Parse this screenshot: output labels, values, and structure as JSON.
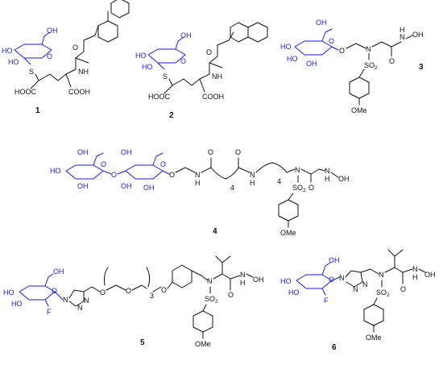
{
  "colors": {
    "sugar": "#1d1dd6",
    "bond": "#111111"
  },
  "compounds": [
    {
      "number": "1",
      "labels": {
        "oh1": "OH",
        "ho": "HO",
        "ho2": "HO",
        "s": "S",
        "o_ring": "O",
        "nh": "NH",
        "o_amide": "O",
        "acid_left": "HOOC",
        "acid_right": "COOH"
      }
    },
    {
      "number": "2",
      "labels": {
        "oh1": "OH",
        "ho": "HO",
        "ho2": "HO",
        "s": "S",
        "o_ring": "O",
        "nh": "NH",
        "o_amide": "O",
        "acid_left": "HOOC",
        "acid_right": "COOH"
      }
    },
    {
      "number": "3",
      "labels": {
        "oh1": "OH",
        "ho": "HO",
        "ho2": "HO",
        "oh2": "OH",
        "o_ring": "O",
        "o_link": "O",
        "n": "N",
        "o_amide": "O",
        "nh": "N",
        "h": "H",
        "oh": "OH",
        "so2": "SO",
        "so2_sub": "2",
        "ome": "OMe"
      }
    },
    {
      "number": "4",
      "labels": {
        "oh1": "OH",
        "ho": "HO",
        "oh2": "OH",
        "o_gly": "O",
        "oh3": "OH",
        "oh4": "OH",
        "oh5": "OH",
        "o_ring1": "O",
        "o_ring2": "O",
        "o_link": "O",
        "nh1": "N",
        "h1": "H",
        "o1": "O",
        "o2": "O",
        "sub4a": "4",
        "nh2": "N",
        "h2": "H",
        "sub4b": "4",
        "n": "N",
        "o3": "O",
        "nh3": "N",
        "h3": "H",
        "oh": "OH",
        "so2": "SO",
        "so2_sub": "2",
        "ome": "OMe"
      }
    },
    {
      "number": "5",
      "labels": {
        "oh1": "OH",
        "ho": "HO",
        "ho2": "HO",
        "f": "F",
        "o_ring": "O",
        "n1": "N",
        "n2": "N",
        "n3": "N",
        "o1": "O",
        "o2": "O",
        "sub3": "3",
        "o3": "O",
        "n": "N",
        "o4": "O",
        "nh": "N",
        "h": "H",
        "oh": "OH",
        "so2": "SO",
        "so2_sub": "2",
        "ome": "OMe"
      }
    },
    {
      "number": "6",
      "labels": {
        "oh1": "OH",
        "ho": "HO",
        "ho2": "HO",
        "f": "F",
        "o_ring": "O",
        "n1": "N",
        "n2": "N",
        "n3": "N",
        "n": "N",
        "o4": "O",
        "nh": "N",
        "h": "H",
        "oh": "OH",
        "so2": "SO",
        "so2_sub": "2",
        "ome": "OMe"
      }
    }
  ]
}
